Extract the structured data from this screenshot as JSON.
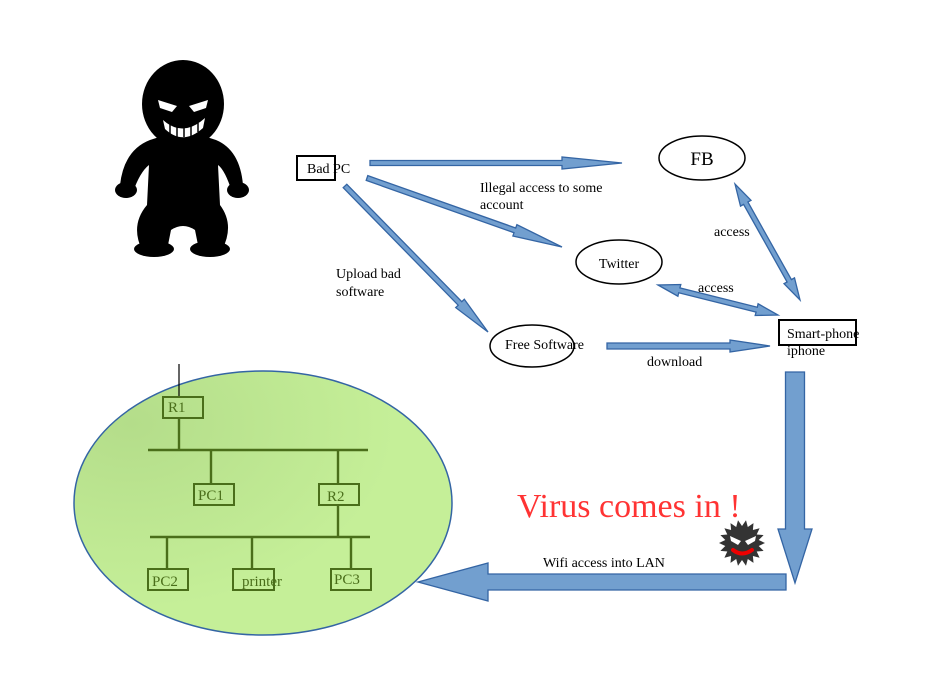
{
  "nodes": {
    "bad_pc": "Bad PC",
    "fb": "FB",
    "twitter": "Twitter",
    "free_software": "Free Software",
    "smartphone_line1": "Smart-phone",
    "smartphone_line2": "iphone"
  },
  "labels": {
    "illegal_access_line1": "Illegal access to some",
    "illegal_access_line2": "account",
    "upload_line1": "Upload bad",
    "upload_line2": "software",
    "access_fb": "access",
    "access_twitter": "access",
    "download": "download",
    "wifi": "Wifi access into LAN",
    "virus_headline": "Virus comes in !"
  },
  "lan": {
    "r1": "R1",
    "pc1": "PC1",
    "r2": "R2",
    "pc2": "PC2",
    "printer": "printer",
    "pc3": "PC3"
  },
  "colors": {
    "arrow_fill": "#729fcf",
    "arrow_stroke": "#3465a4",
    "lan_fill": "#c5ef98",
    "headline": "#ff3333"
  }
}
